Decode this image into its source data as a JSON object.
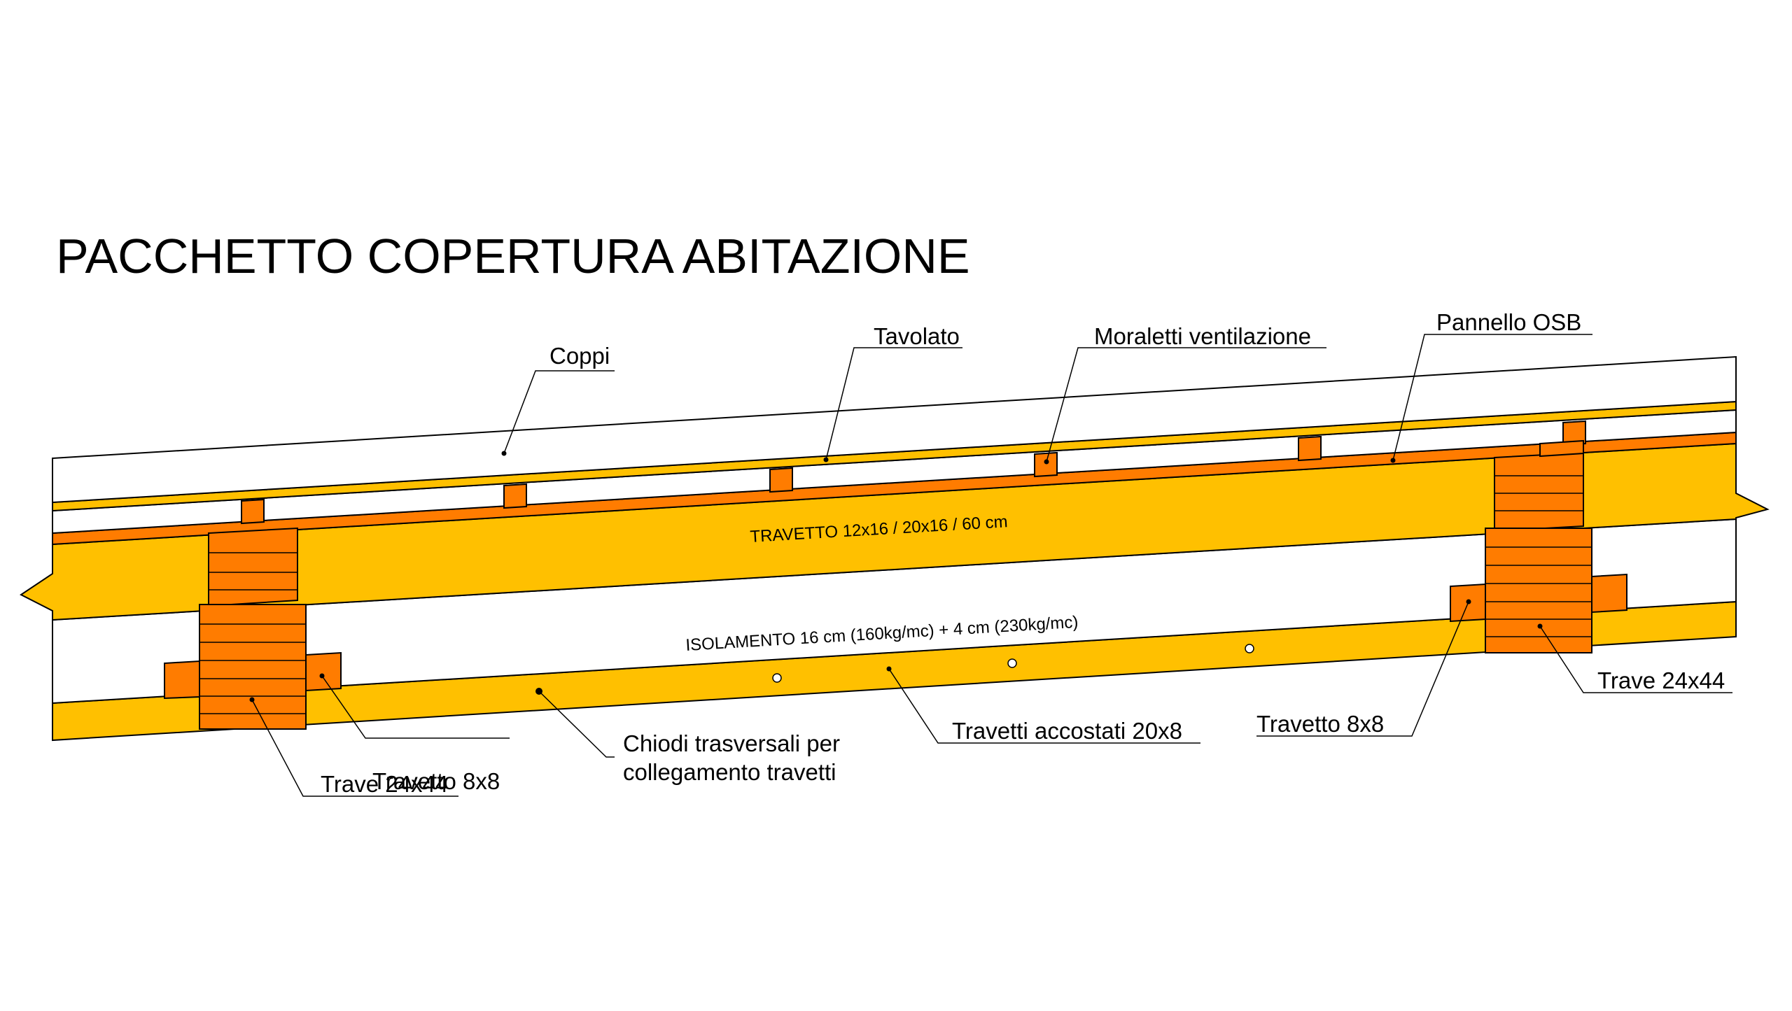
{
  "title": "PACCHETTO COPERTURA ABITAZIONE",
  "labels": {
    "coppi": "Coppi",
    "tavolato": "Tavolato",
    "moraletti": "Moraletti ventilazione",
    "osb": "Pannello OSB",
    "travetto_main": "TRAVETTO 12x16 / 20x16 / 60 cm",
    "isolamento": "ISOLAMENTO 16 cm (160kg/mc) + 4 cm (230kg/mc)",
    "travetto8_left": "Travetto 8x8",
    "travetto8_right": "Travetto 8x8",
    "trave_left": "Trave 24x44",
    "trave_right": "Trave 24x44",
    "chiodi_line1": "Chiodi trasversali per",
    "chiodi_line2": "collegamento travetti",
    "accostati": "Travetti accostati 20x8"
  },
  "colors": {
    "wood_yellow": "#FFC000",
    "wood_orange": "#FF7C00",
    "line": "#000000",
    "background": "#FFFFFF"
  }
}
